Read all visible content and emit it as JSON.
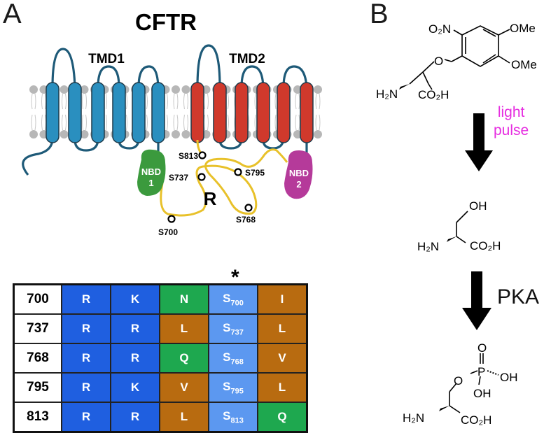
{
  "panels": {
    "a": "A",
    "b": "B"
  },
  "title": "CFTR",
  "domains": {
    "tmd1": "TMD1",
    "tmd2": "TMD2",
    "nbd1": "NBD\n1",
    "nbd1_a": "NBD",
    "nbd1_b": "1",
    "nbd2_a": "NBD",
    "nbd2_b": "2",
    "r": "R"
  },
  "sites": [
    "S813",
    "S795",
    "S737",
    "S768",
    "S700"
  ],
  "colors": {
    "tmd1": "#2a8fbf",
    "tmd2": "#d0392c",
    "nbd1": "#3b9a3d",
    "nbd2": "#b53a9a",
    "r_domain": "#e8c12a",
    "basic": "#1f5fe0",
    "polar": "#1ea84f",
    "hydrophobic": "#b86b10",
    "serine": "#5c98f0",
    "light": "#e62ce0"
  },
  "table": {
    "marker": "*",
    "rows": [
      {
        "num": "700",
        "cells": [
          "R",
          "K",
          "N"
        ],
        "s": "S",
        "sub": "700",
        "last": "I"
      },
      {
        "num": "737",
        "cells": [
          "R",
          "R",
          "L"
        ],
        "s": "S",
        "sub": "737",
        "last": "L"
      },
      {
        "num": "768",
        "cells": [
          "R",
          "R",
          "Q"
        ],
        "s": "S",
        "sub": "768",
        "last": "V"
      },
      {
        "num": "795",
        "cells": [
          "R",
          "K",
          "V"
        ],
        "s": "S",
        "sub": "795",
        "last": "L"
      },
      {
        "num": "813",
        "cells": [
          "R",
          "R",
          "L"
        ],
        "s": "S",
        "sub": "813",
        "last": "Q"
      }
    ]
  },
  "scheme": {
    "step1": "light pulse",
    "step1_a": "light",
    "step1_b": "pulse",
    "step2": "PKA",
    "m1": {
      "no2": "O₂N",
      "ome1": "OMe",
      "ome2": "OMe",
      "o": "O",
      "h2n": "H₂N",
      "co2h": "CO₂H"
    },
    "m2": {
      "oh": "OH",
      "h2n": "H₂N",
      "co2h": "CO₂H"
    },
    "m3": {
      "o_top": "O",
      "p": "P",
      "oh_r": "OH",
      "oh_b": "OH",
      "o_l": "O",
      "h2n": "H₂N",
      "co2h": "CO₂H"
    }
  }
}
